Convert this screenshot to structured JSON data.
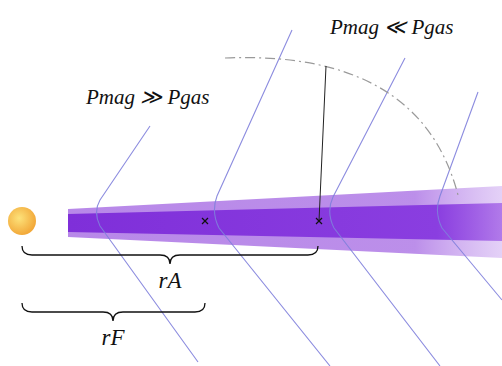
{
  "diagram": {
    "labels": [
      "Pmag ≫ Pgas",
      "Pmag ≪ Pgas",
      "rA",
      "rF"
    ]
  }
}
